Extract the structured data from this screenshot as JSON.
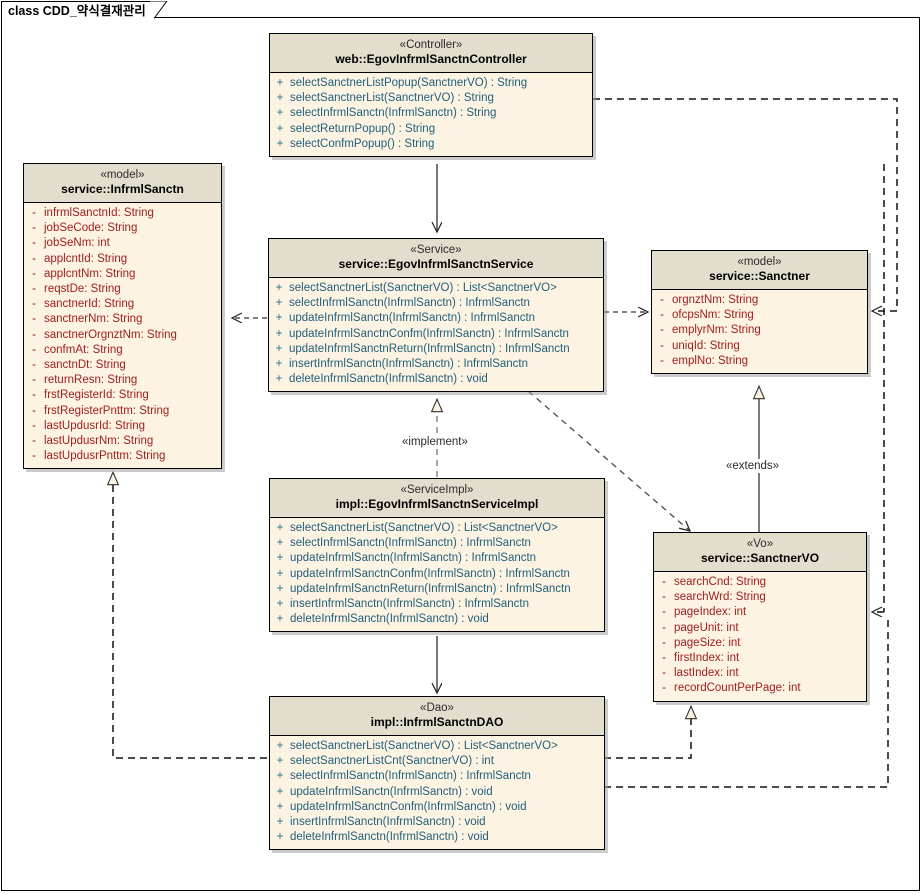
{
  "diagram": {
    "title": "class CDD_약식결재관리",
    "palette": {
      "header_fill": "#e3ddcd",
      "body_fill": "#fdf3e3",
      "border": "#000000",
      "attribute_text": "#a02020",
      "method_text": "#20607a",
      "stereotype_text": "#2b2b2b"
    }
  },
  "classes": {
    "controller": {
      "stereotype": "«Controller»",
      "name": "web::EgovInfrmlSanctnController",
      "members": [
        {
          "visibility": "+",
          "text": "selectSanctnerListPopup(SanctnerVO) : String"
        },
        {
          "visibility": "+",
          "text": "selectSanctnerList(SanctnerVO) : String"
        },
        {
          "visibility": "+",
          "text": "selectInfrmlSanctn(InfrmlSanctn) : String"
        },
        {
          "visibility": "+",
          "text": "selectReturnPopup() : String"
        },
        {
          "visibility": "+",
          "text": "selectConfmPopup() : String"
        }
      ]
    },
    "model_infrml": {
      "stereotype": "«model»",
      "name": "service::InfrmlSanctn",
      "members": [
        {
          "visibility": "-",
          "text": "infrmlSanctnId:  String"
        },
        {
          "visibility": "-",
          "text": "jobSeCode:  String"
        },
        {
          "visibility": "-",
          "text": "jobSeNm:  int"
        },
        {
          "visibility": "-",
          "text": "applcntId:  String"
        },
        {
          "visibility": "-",
          "text": "applcntNm:  String"
        },
        {
          "visibility": "-",
          "text": "reqstDe:  String"
        },
        {
          "visibility": "-",
          "text": "sanctnerId:  String"
        },
        {
          "visibility": "-",
          "text": "sanctnerNm:  String"
        },
        {
          "visibility": "-",
          "text": "sanctnerOrgnztNm:  String"
        },
        {
          "visibility": "-",
          "text": "confmAt:  String"
        },
        {
          "visibility": "-",
          "text": "sanctnDt:  String"
        },
        {
          "visibility": "-",
          "text": "returnResn:  String"
        },
        {
          "visibility": "-",
          "text": "frstRegisterId:  String"
        },
        {
          "visibility": "-",
          "text": "frstRegisterPnttm:  String"
        },
        {
          "visibility": "-",
          "text": "lastUpdusrId:  String"
        },
        {
          "visibility": "-",
          "text": "lastUpdusrNm:  String"
        },
        {
          "visibility": "-",
          "text": "lastUpdusrPnttm:  String"
        }
      ]
    },
    "service": {
      "stereotype": "«Service»",
      "name": "service::EgovInfrmlSanctnService",
      "members": [
        {
          "visibility": "+",
          "text": "selectSanctnerList(SanctnerVO) : List<SanctnerVO>"
        },
        {
          "visibility": "+",
          "text": "selectInfrmlSanctn(InfrmlSanctn) : InfrmlSanctn"
        },
        {
          "visibility": "+",
          "text": "updateInfrmlSanctn(InfrmlSanctn) : InfrmlSanctn"
        },
        {
          "visibility": "+",
          "text": "updateInfrmlSanctnConfm(InfrmlSanctn) : InfrmlSanctn"
        },
        {
          "visibility": "+",
          "text": "updateInfrmlSanctnReturn(InfrmlSanctn) : InfrmlSanctn"
        },
        {
          "visibility": "+",
          "text": "insertInfrmlSanctn(InfrmlSanctn) : InfrmlSanctn"
        },
        {
          "visibility": "+",
          "text": "deleteInfrmlSanctn(InfrmlSanctn) : void"
        }
      ]
    },
    "service_impl": {
      "stereotype": "«ServiceImpl»",
      "name": "impl::EgovInfrmlSanctnServiceImpl",
      "members": [
        {
          "visibility": "+",
          "text": "selectSanctnerList(SanctnerVO) : List<SanctnerVO>"
        },
        {
          "visibility": "+",
          "text": "selectInfrmlSanctn(InfrmlSanctn) : InfrmlSanctn"
        },
        {
          "visibility": "+",
          "text": "updateInfrmlSanctn(InfrmlSanctn) : InfrmlSanctn"
        },
        {
          "visibility": "+",
          "text": "updateInfrmlSanctnConfm(InfrmlSanctn) : InfrmlSanctn"
        },
        {
          "visibility": "+",
          "text": "updateInfrmlSanctnReturn(InfrmlSanctn) : InfrmlSanctn"
        },
        {
          "visibility": "+",
          "text": "insertInfrmlSanctn(InfrmlSanctn) : InfrmlSanctn"
        },
        {
          "visibility": "+",
          "text": "deleteInfrmlSanctn(InfrmlSanctn) : void"
        }
      ]
    },
    "dao": {
      "stereotype": "«Dao»",
      "name": "impl::InfrmlSanctnDAO",
      "members": [
        {
          "visibility": "+",
          "text": "selectSanctnerList(SanctnerVO) : List<SanctnerVO>"
        },
        {
          "visibility": "+",
          "text": "selectSanctnerListCnt(SanctnerVO) : int"
        },
        {
          "visibility": "+",
          "text": "selectInfrmlSanctn(InfrmlSanctn) : InfrmlSanctn"
        },
        {
          "visibility": "+",
          "text": "updateInfrmlSanctn(InfrmlSanctn) : void"
        },
        {
          "visibility": "+",
          "text": "updateInfrmlSanctnConfm(InfrmlSanctn) : void"
        },
        {
          "visibility": "+",
          "text": "insertInfrmlSanctn(InfrmlSanctn) : void"
        },
        {
          "visibility": "+",
          "text": "deleteInfrmlSanctn(InfrmlSanctn) : void"
        }
      ]
    },
    "model_sanctner": {
      "stereotype": "«model»",
      "name": "service::Sanctner",
      "members": [
        {
          "visibility": "-",
          "text": "orgnztNm:  String"
        },
        {
          "visibility": "-",
          "text": "ofcpsNm:  String"
        },
        {
          "visibility": "-",
          "text": "emplyrNm:  String"
        },
        {
          "visibility": "-",
          "text": "uniqId:  String"
        },
        {
          "visibility": "-",
          "text": "emplNo:  String"
        }
      ]
    },
    "vo_sanctner": {
      "stereotype": "«Vo»",
      "name": "service::SanctnerVO",
      "members": [
        {
          "visibility": "-",
          "text": "searchCnd:  String"
        },
        {
          "visibility": "-",
          "text": "searchWrd:  String"
        },
        {
          "visibility": "-",
          "text": "pageIndex:  int"
        },
        {
          "visibility": "-",
          "text": "pageUnit:  int"
        },
        {
          "visibility": "-",
          "text": "pageSize:  int"
        },
        {
          "visibility": "-",
          "text": "firstIndex:  int"
        },
        {
          "visibility": "-",
          "text": "lastIndex:  int"
        },
        {
          "visibility": "-",
          "text": "recordCountPerPage:  int"
        }
      ]
    }
  },
  "relationships": {
    "implement_label": "«implement»",
    "extends_label": "«extends»"
  }
}
